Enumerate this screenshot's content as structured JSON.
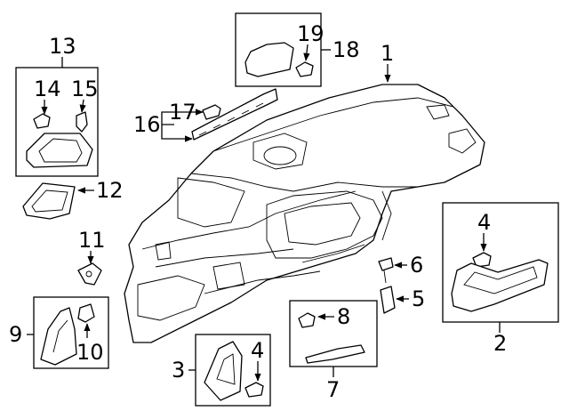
{
  "callouts": {
    "c1": "1",
    "c2": "2",
    "c3": "3",
    "c4a": "4",
    "c4b": "4",
    "c5": "5",
    "c6": "6",
    "c8": "8",
    "c9": "9",
    "c10": "10",
    "c11": "11",
    "c12": "12",
    "c13": "13",
    "c14": "14",
    "c15": "15",
    "c16": "16",
    "c17": "17",
    "c18": "18",
    "c19": "19",
    "c7": "7"
  }
}
